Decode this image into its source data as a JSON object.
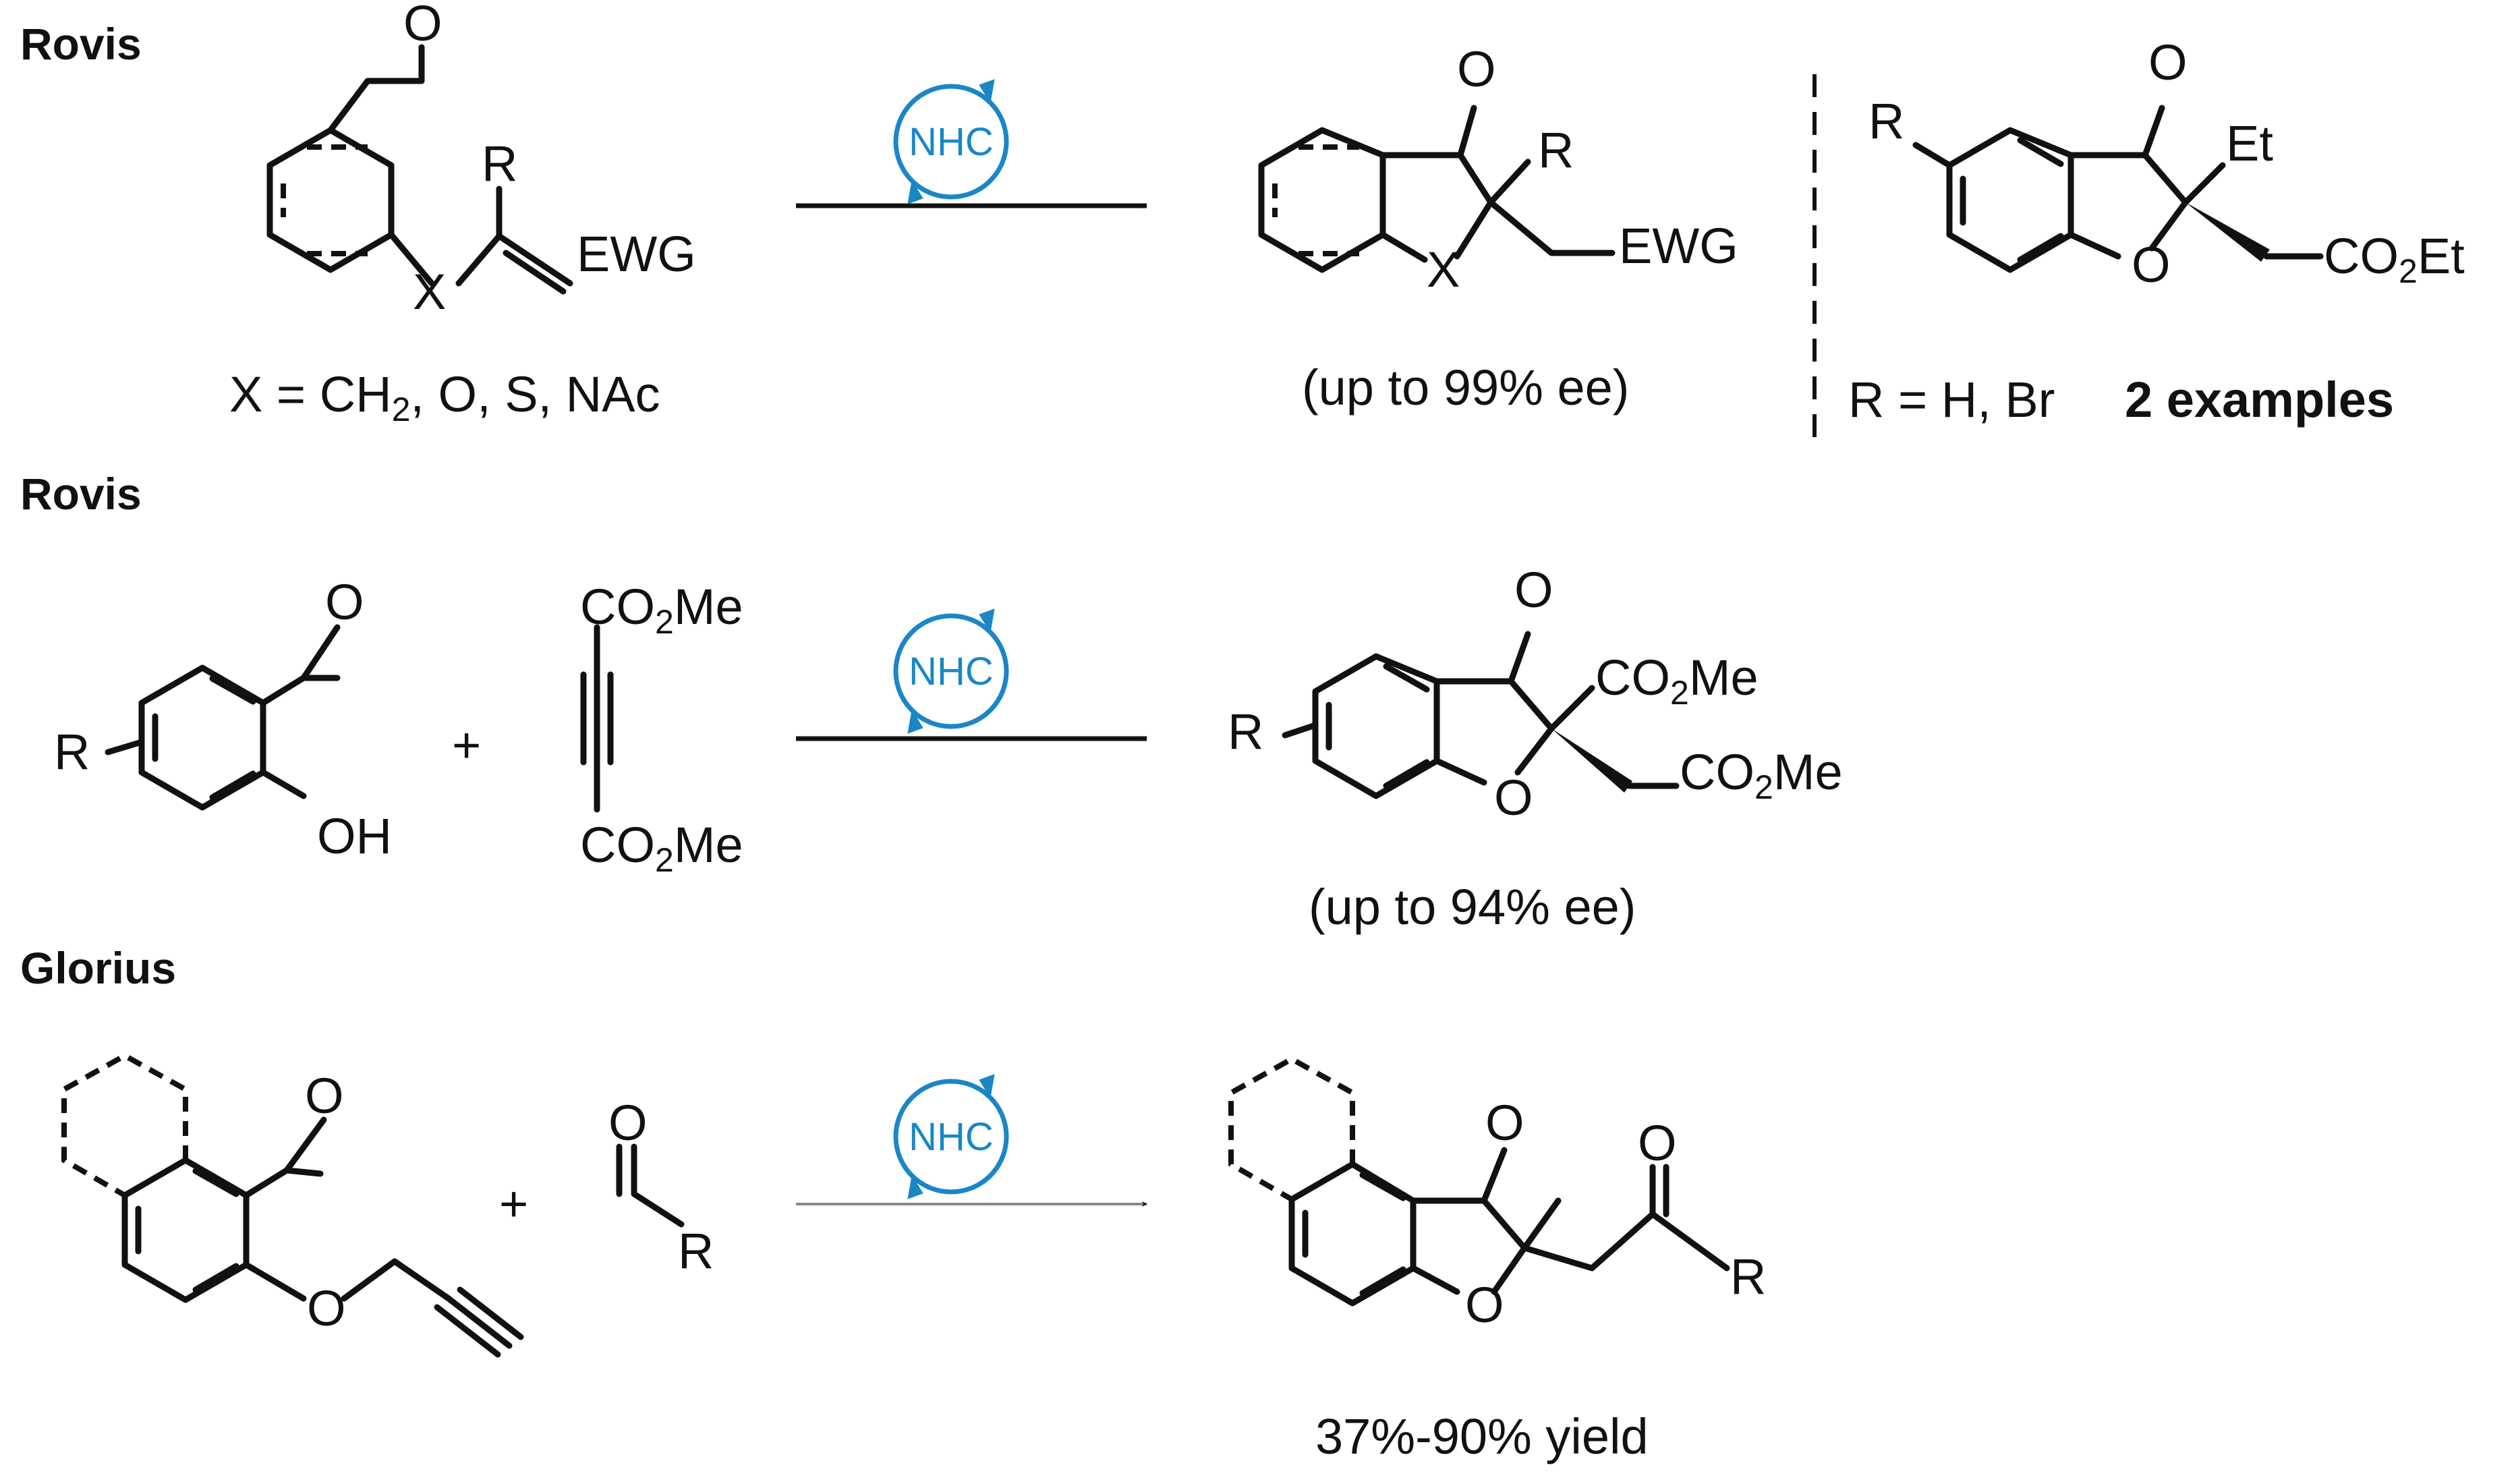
{
  "colors": {
    "ink": "#111111",
    "catalyst": "#1a86c8"
  },
  "section_1": {
    "author": "Rovis",
    "reactant": {
      "aldehyde_O": "O",
      "X": "X",
      "R": "R",
      "EWG": "EWG"
    },
    "condition_note": {
      "pre": "X = CH",
      "sub": "2",
      "post": ", O, S, NAc"
    },
    "catalyst": "NHC",
    "product": {
      "O": "O",
      "R": "R",
      "X": "X",
      "EWG": "EWG"
    },
    "product_note": "(up to 99% ee)",
    "example": {
      "R": "R",
      "O_keto": "O",
      "Et": "Et",
      "O_ring": "O",
      "ester": {
        "pre": "CO",
        "sub": "2",
        "post": "Et"
      },
      "note": "R = H, Br",
      "count": "2 examples"
    }
  },
  "section_2": {
    "author": "Rovis",
    "reactant_a": {
      "R": "R",
      "O": "O",
      "OH": "OH"
    },
    "plus": "+",
    "reactant_b": {
      "top": {
        "pre": "CO",
        "sub": "2",
        "post": "Me"
      },
      "bottom": {
        "pre": "CO",
        "sub": "2",
        "post": "Me"
      }
    },
    "catalyst": "NHC",
    "product": {
      "R": "R",
      "O_keto": "O",
      "O_ring": "O",
      "ester1": {
        "pre": "CO",
        "sub": "2",
        "post": "Me"
      },
      "ester2": {
        "pre": "CO",
        "sub": "2",
        "post": "Me"
      }
    },
    "product_note": "(up to 94% ee)"
  },
  "section_3": {
    "author": "Glorius",
    "reactant_a": {
      "O_ald": "O",
      "O_ether": "O"
    },
    "plus": "+",
    "reactant_b": {
      "O": "O",
      "R": "R"
    },
    "catalyst": "NHC",
    "product": {
      "O_keto": "O",
      "O_ring": "O",
      "O_side": "O",
      "R": "R"
    },
    "product_note": "37%-90% yield"
  }
}
